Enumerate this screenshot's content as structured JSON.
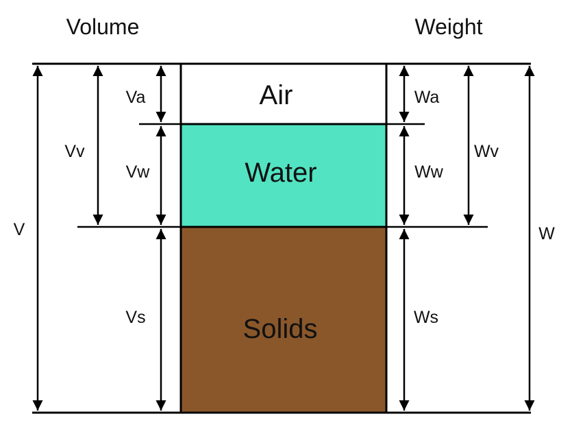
{
  "headers": {
    "volume": "Volume",
    "weight": "Weight"
  },
  "phases": [
    {
      "id": "air",
      "label": "Air",
      "fill": "#ffffff",
      "text_color": "#111111"
    },
    {
      "id": "water",
      "label": "Water",
      "fill": "#52e3c2",
      "text_color": "#ffffff"
    },
    {
      "id": "solids",
      "label": "Solids",
      "fill": "#8a572b",
      "text_color": "#ffffff"
    }
  ],
  "volume_symbols": {
    "total": "V",
    "voids": "Vv",
    "air": "Va",
    "water": "Vw",
    "solids": "Vs"
  },
  "weight_symbols": {
    "total": "W",
    "voids": "Wv",
    "air": "Wa",
    "water": "Ww",
    "solids": "Ws"
  }
}
